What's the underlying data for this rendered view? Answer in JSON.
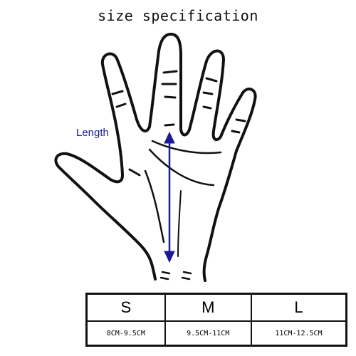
{
  "title": "size specification",
  "diagram": {
    "measure_label": "Length",
    "arrow_color": "#1a1a99",
    "outline_color": "#111111"
  },
  "size_table": {
    "columns": [
      {
        "size": "S",
        "range": "8CM-9.5CM"
      },
      {
        "size": "M",
        "range": "9.5CM-11CM"
      },
      {
        "size": "L",
        "range": "11CM-12.5CM"
      }
    ]
  }
}
